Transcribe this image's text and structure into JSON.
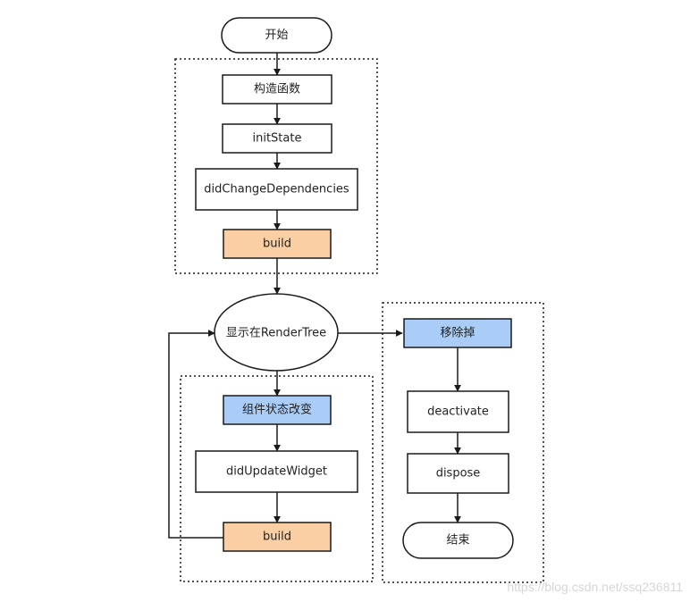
{
  "diagram": {
    "nodes": {
      "start": "开始",
      "constructor": "构造函数",
      "init_state": "initState",
      "did_change_dependencies": "didChangeDependencies",
      "build_initial": "build",
      "render_tree": "显示在RenderTree",
      "state_changed": "组件状态改变",
      "did_update_widget": "didUpdateWidget",
      "build_update": "build",
      "removed": "移除掉",
      "deactivate": "deactivate",
      "dispose": "dispose",
      "end": "结束"
    },
    "colors": {
      "build_fill": "#f9cfa3",
      "highlight_fill": "#a9cdf7",
      "box_fill": "#ffffff",
      "stroke": "#1a1a1a"
    }
  },
  "watermark": "https://blog.csdn.net/ssq236811"
}
